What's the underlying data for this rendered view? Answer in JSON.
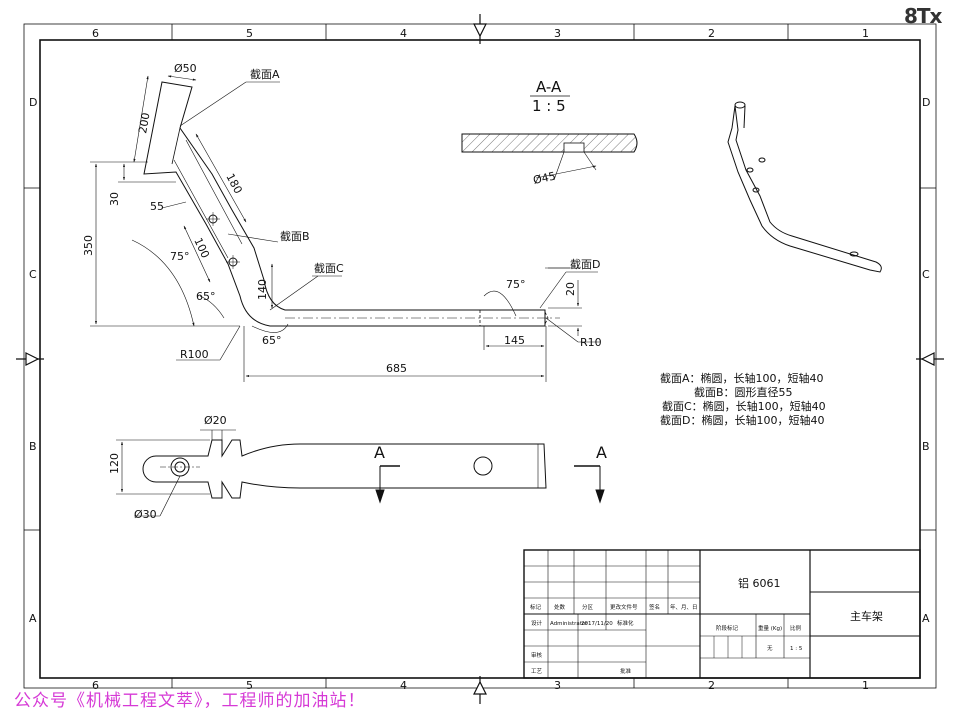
{
  "zones": {
    "columns_top": [
      "6",
      "5",
      "4",
      "3",
      "2",
      "1"
    ],
    "columns_bottom": [
      "6",
      "5",
      "4",
      "3",
      "2",
      "1"
    ],
    "rows_left": [
      "D",
      "C",
      "B",
      "A"
    ],
    "rows_right": [
      "D",
      "C",
      "B",
      "A"
    ]
  },
  "side_view": {
    "dims": {
      "d50": "Ø50",
      "l200": "200",
      "l180": "180",
      "l55": "55",
      "l30": "30",
      "l350": "350",
      "l100": "100",
      "a75": "75°",
      "a65": "65°",
      "r100": "R100",
      "l140": "140",
      "a65b": "65°",
      "l685": "685",
      "a75b": "75°",
      "l145": "145",
      "l20": "20",
      "r10": "R10"
    },
    "callouts": {
      "sec_a": "截面A",
      "sec_b": "截面B",
      "sec_c": "截面C",
      "sec_d": "截面D"
    }
  },
  "section_view": {
    "title": "A-A",
    "scale": "1 : 5",
    "dia": "Ø45"
  },
  "top_view": {
    "d20": "Ø20",
    "l120": "120",
    "d30": "Ø30",
    "cut_left": "A",
    "cut_right": "A"
  },
  "notes": [
    "截面A：椭圆，长轴100，短轴40",
    "截面B：圆形直径55",
    "截面C：椭圆，长轴100，短轴40",
    "截面D：椭圆，长轴100，短轴40"
  ],
  "title_block": {
    "material": "铝 6061",
    "part_name": "主车架",
    "row_headers": [
      "标记",
      "处数",
      "分区",
      "更改文件号",
      "签名",
      "年、月、日"
    ],
    "design_label": "设计",
    "designer": "Administrator",
    "date": "2017/11/20",
    "std_label": "标准化",
    "stage_label": "阶段标记",
    "mass_label": "重量 (Kg)",
    "scale_label": "比例",
    "mass_value": "无",
    "scale_value": "1 : 5",
    "review_label": "审核",
    "process_label": "工艺",
    "approve_label": "批准"
  },
  "watermark": "公众号《机械工程文萃》，工程师的加油站！",
  "logo": "8Tx",
  "colors": {
    "line": "#111111",
    "watermark": "#d63ad6",
    "hatch": "#555555"
  }
}
